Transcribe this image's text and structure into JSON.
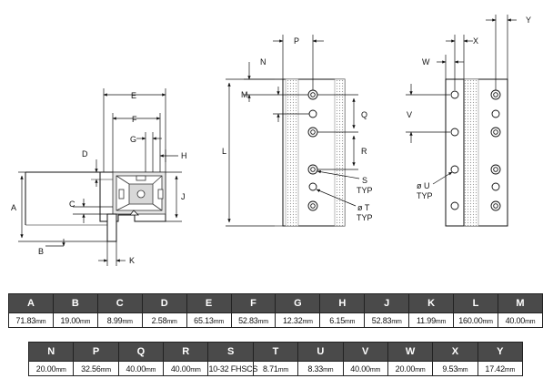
{
  "labels": {
    "A": "A",
    "B": "B",
    "C": "C",
    "D": "D",
    "E": "E",
    "F": "F",
    "G": "G",
    "H": "H",
    "J": "J",
    "K": "K",
    "L": "L",
    "M": "M",
    "N": "N",
    "P": "P",
    "Q": "Q",
    "R": "R",
    "S_line1": "S",
    "S_line2": "TYP",
    "T_line1": "ø T",
    "T_line2": "TYP",
    "U_line1": "ø U",
    "U_line2": "TYP",
    "V": "V",
    "W": "W",
    "X": "X",
    "Y": "Y"
  },
  "table1": {
    "headers": [
      "A",
      "B",
      "C",
      "D",
      "E",
      "F",
      "G",
      "H",
      "J",
      "K",
      "L",
      "M"
    ],
    "values": [
      {
        "num": "71.83",
        "unit": "mm"
      },
      {
        "num": "19.00",
        "unit": "mm"
      },
      {
        "num": "8.99",
        "unit": "mm"
      },
      {
        "num": "2.58",
        "unit": "mm"
      },
      {
        "num": "65.13",
        "unit": "mm"
      },
      {
        "num": "52.83",
        "unit": "mm"
      },
      {
        "num": "12.32",
        "unit": "mm"
      },
      {
        "num": "6.15",
        "unit": "mm"
      },
      {
        "num": "52.83",
        "unit": "mm"
      },
      {
        "num": "11.99",
        "unit": "mm"
      },
      {
        "num": "160.00",
        "unit": "mm"
      },
      {
        "num": "40.00",
        "unit": "mm"
      }
    ]
  },
  "table2": {
    "headers": [
      "N",
      "P",
      "Q",
      "R",
      "S",
      "T",
      "U",
      "V",
      "W",
      "X",
      "Y"
    ],
    "values": [
      {
        "num": "20.00",
        "unit": "mm"
      },
      {
        "num": "32.56",
        "unit": "mm"
      },
      {
        "num": "40.00",
        "unit": "mm"
      },
      {
        "num": "40.00",
        "unit": "mm"
      },
      {
        "num": "10-32 FHSCS",
        "unit": ""
      },
      {
        "num": "8.71",
        "unit": "mm"
      },
      {
        "num": "8.33",
        "unit": "mm"
      },
      {
        "num": "40.00",
        "unit": "mm"
      },
      {
        "num": "20.00",
        "unit": "mm"
      },
      {
        "num": "9.53",
        "unit": "mm"
      },
      {
        "num": "17.42",
        "unit": "mm"
      }
    ]
  }
}
